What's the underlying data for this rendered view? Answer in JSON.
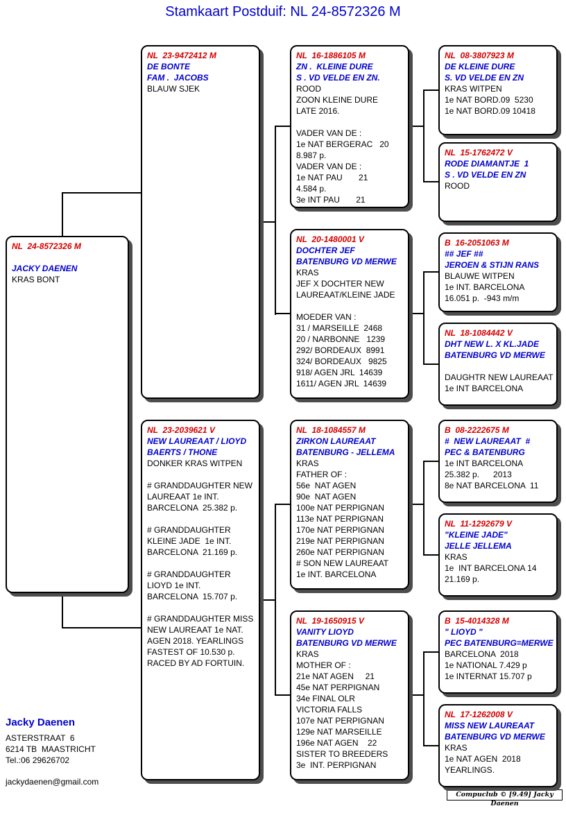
{
  "title": "Stamkaart Postduif: NL  24-8572326 M",
  "colors": {
    "ring": "#d40000",
    "name": "#0000cc",
    "title": "#0000cc",
    "text": "#000000"
  },
  "boxes": {
    "subject": {
      "ring": "NL  24-8572326 M",
      "names": [
        "",
        "JACKY DAENEN"
      ],
      "lines": [
        "KRAS BONT"
      ]
    },
    "sire": {
      "ring": "NL  23-9472412 M",
      "names": [
        "DE BONTE",
        "FAM .  JACOBS"
      ],
      "lines": [
        "BLAUW SJEK"
      ]
    },
    "dam": {
      "ring": "NL  23-2039621 V",
      "names": [
        "NEW LAUREAAT / LIOYD",
        "BAERTS / THONE"
      ],
      "lines": [
        "DONKER KRAS WITPEN",
        "",
        "# GRANDDAUGHTER NEW",
        "LAUREAAT 1e INT.",
        "BARCELONA  25.382 p.",
        "",
        "# GRANDDAUGHTER",
        "KLEINE JADE  1e INT.",
        "BARCELONA  21.169 p.",
        "",
        "# GRANDDAUGHTER",
        "LIOYD 1e INT.",
        "BARCELONA  15.707 p.",
        "",
        "# GRANDDAUGHTER MISS",
        "NEW LAUREAAT 1e NAT.",
        "AGEN 2018. YEARLINGS",
        "FASTEST OF 10.530 p.",
        "RACED BY AD FORTUIN."
      ]
    },
    "gp_ss": {
      "ring": "NL  16-1886105 M",
      "names": [
        "ZN .  KLEINE DURE",
        "S . VD VELDE EN ZN."
      ],
      "lines": [
        "ROOD",
        "ZOON KLEINE DURE",
        "LATE 2016.",
        "",
        "VADER VAN DE :",
        "1e NAT BERGERAC   20",
        "8.987 p.",
        "VADER VAN DE :",
        "1e NAT PAU       21",
        "4.584 p.",
        "3e INT PAU       21"
      ]
    },
    "gp_sd": {
      "ring": "NL  20-1480001 V",
      "names": [
        "DOCHTER JEF",
        "BATENBURG VD MERWE"
      ],
      "lines": [
        "KRAS",
        "JEF X DOCHTER NEW",
        "LAUREAAT/KLEINE JADE",
        "",
        "MOEDER VAN :",
        "31 / MARSEILLE  2468",
        "20 / NARBONNE   1239",
        "292/ BORDEAUX  8991",
        "324/ BORDEAUX   9825",
        "918/ AGEN JRL  14639",
        "1611/ AGEN JRL  14639"
      ]
    },
    "gp_ds": {
      "ring": "NL  18-1084557 M",
      "names": [
        "ZIRKON LAUREAAT",
        "BATENBURG - JELLEMA"
      ],
      "lines": [
        "KRAS",
        "FATHER OF :",
        "56e  NAT AGEN",
        "90e  NAT AGEN",
        "100e NAT PERPIGNAN",
        "113e NAT PERPIGNAN",
        "170e NAT PERPIGNAN",
        "219e NAT PERPIGNAN",
        "260e NAT PERPIGNAN",
        "# SON NEW LAUREAAT",
        "1e INT. BARCELONA"
      ]
    },
    "gp_dd": {
      "ring": "NL  19-1650915 V",
      "names": [
        "VANITY LIOYD",
        "BATENBURG VD MERWE"
      ],
      "lines": [
        "KRAS",
        "MOTHER OF :",
        "21e NAT AGEN     21",
        "45e NAT PERPIGNAN",
        "34e FINAL OLR",
        "VICTORIA FALLS",
        "107e NAT PERPIGNAN",
        "129e NAT MARSEILLE",
        "196e NAT AGEN    22",
        "SISTER TO BREEDERS",
        "3e  INT. PERPIGNAN"
      ]
    },
    "ggp_sss": {
      "ring": "NL  08-3807923 M",
      "names": [
        "DE KLEINE DURE",
        "S. VD VELDE EN ZN"
      ],
      "lines": [
        "KRAS WITPEN",
        "1e NAT BORD.09  5230",
        "1e NAT BORD.09 10418"
      ]
    },
    "ggp_ssd": {
      "ring": "NL  15-1762472 V",
      "names": [
        "RODE DIAMANTJE  1",
        "S . VD VELDE EN ZN"
      ],
      "lines": [
        "ROOD"
      ]
    },
    "ggp_sds": {
      "ring": "B  16-2051063 M",
      "names": [
        "## JEF ##",
        "JEROEN & STIJN RANS"
      ],
      "lines": [
        "BLAUWE WITPEN",
        "1e INT. BARCELONA",
        "16.051 p.  -943 m/m"
      ]
    },
    "ggp_sdd": {
      "ring": "NL  18-1084442 V",
      "names": [
        "DHT NEW L. X KL.JADE",
        "BATENBURG VD MERWE"
      ],
      "lines": [
        "",
        "DAUGHTR NEW LAUREAAT",
        "1e INT BARCELONA"
      ]
    },
    "ggp_dss": {
      "ring": "B  08-2222675 M",
      "names": [
        "#  NEW LAUREAAT  #",
        "PEC & BATENBURG"
      ],
      "lines": [
        "1e INT BARCELONA",
        "25.382 p.      2013",
        "8e NAT BARCELONA  11"
      ]
    },
    "ggp_dsd": {
      "ring": "NL  11-1292679 V",
      "names": [
        "\"KLEINE JADE\"",
        "JELLE JELLEMA"
      ],
      "lines": [
        "KRAS",
        "1e  INT BARCELONA 14",
        "21.169 p."
      ]
    },
    "ggp_dds": {
      "ring": "B  15-4014328 M",
      "names": [
        "\" LIOYD \"",
        "PEC BATENBURG=MERWE"
      ],
      "lines": [
        "BARCELONA  2018",
        "1e NATIONAL 7.429 p",
        "1e INTERNAT 15.707 p"
      ]
    },
    "ggp_ddd": {
      "ring": "NL  17-1262008 V",
      "names": [
        "MISS NEW LAUREAAT",
        "BATENBURG VD MERWE"
      ],
      "lines": [
        "KRAS",
        "1e NAT AGEN  2018",
        "YEARLINGS."
      ]
    }
  },
  "owner": {
    "name": "Jacky Daenen",
    "address_lines": [
      "ASTERSTRAAT  6",
      "6214 TB  MAASTRICHT",
      "Tel.:06 29626702"
    ],
    "email": "jackydaenen@gmail.com"
  },
  "footer": "Compuclub ©  [9.49]   Jacky Daenen"
}
